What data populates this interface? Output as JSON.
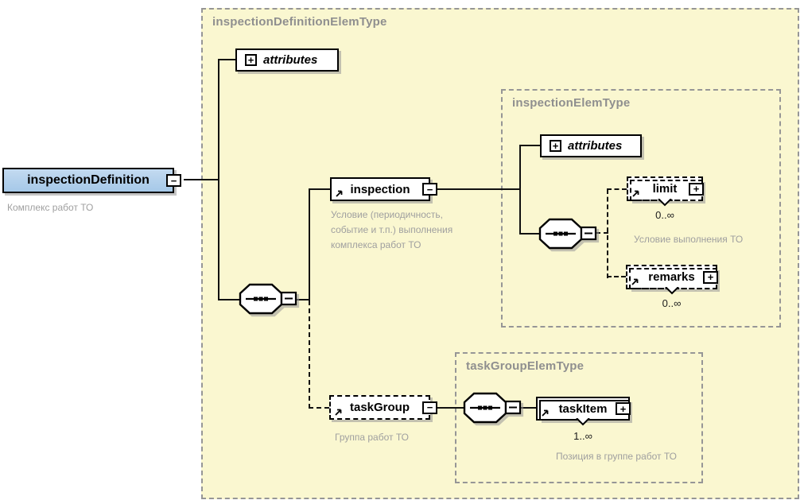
{
  "containers": {
    "outer": {
      "title": "inspectionDefinitionElemType"
    },
    "inspectionElem": {
      "title": "inspectionElemType"
    },
    "taskGroupElem": {
      "title": "taskGroupElemType"
    }
  },
  "nodes": {
    "root": {
      "label": "inspectionDefinition",
      "caption": "Комплекс работ ТО",
      "toggle": "−"
    },
    "attributes1": {
      "label": "attributes"
    },
    "inspection": {
      "label": "inspection",
      "toggle": "−",
      "caption": "Условие (периодичность,\nсобытие и т.п.) выполнения\nкомплекса работ ТО"
    },
    "attributes2": {
      "label": "attributes"
    },
    "limit": {
      "label": "limit",
      "toggle": "+",
      "occurrence": "0..∞",
      "caption": "Условие выполнения ТО"
    },
    "remarks": {
      "label": "remarks",
      "toggle": "+",
      "occurrence": "0..∞"
    },
    "taskGroup": {
      "label": "taskGroup",
      "toggle": "−",
      "caption": "Группа работ ТО"
    },
    "taskItem": {
      "label": "taskItem",
      "toggle": "+",
      "occurrence": "1..∞",
      "caption": "Позиция в группе работ ТО"
    }
  },
  "icons": {
    "plus": "+"
  },
  "colors": {
    "container_fill": "#faf7d0",
    "container_border": "#969696",
    "root_fill": "#a5c8e8",
    "box_border": "#000000",
    "caption_text": "#9f9f9f",
    "shadow": "#969696"
  }
}
